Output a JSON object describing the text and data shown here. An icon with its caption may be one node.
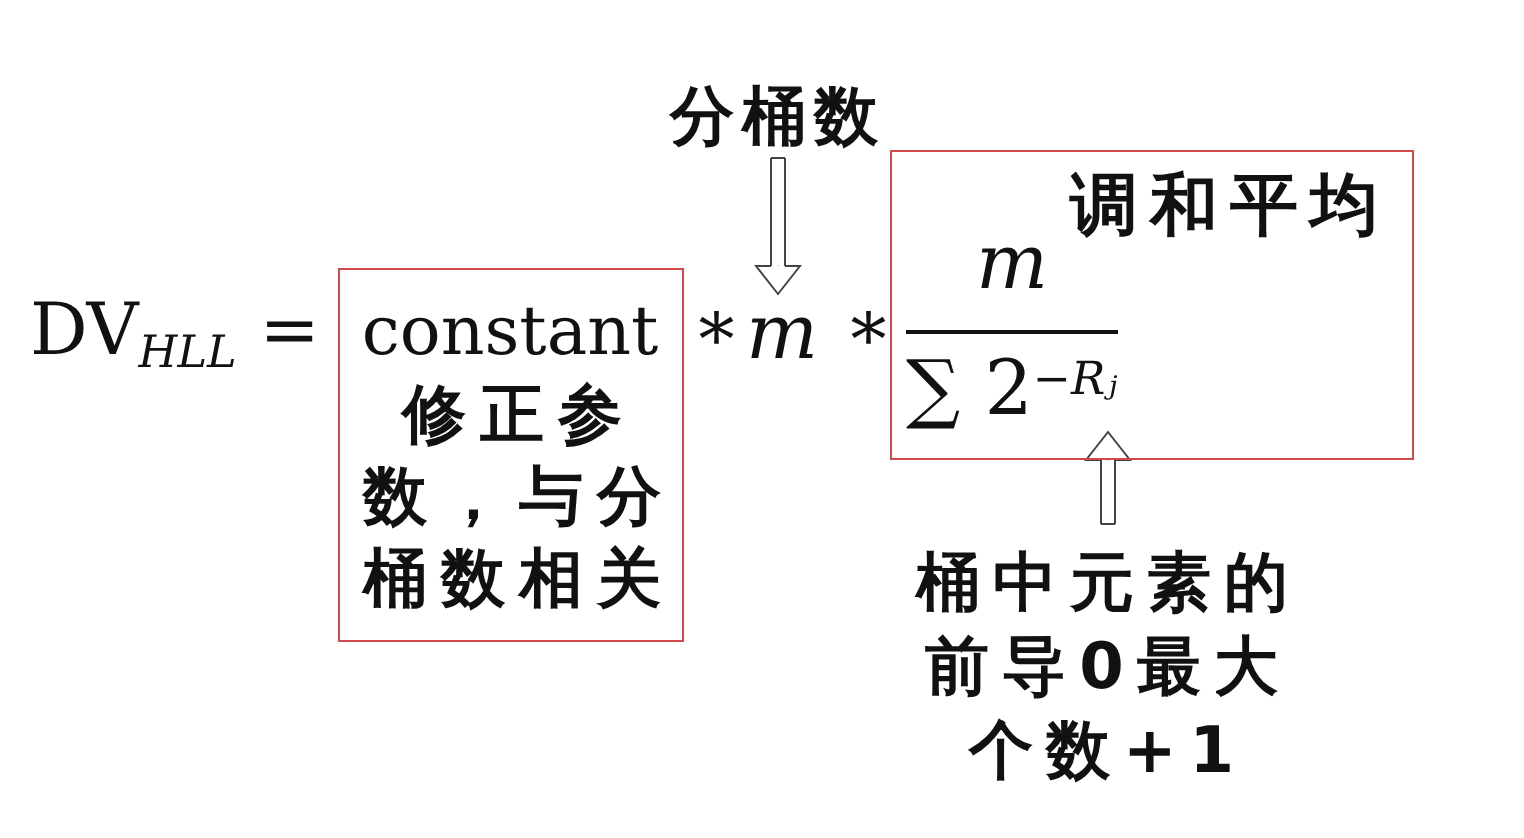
{
  "diagram": {
    "nodes": [
      {
        "text": [
          "分桶数"
        ]
      },
      {
        "text": [
          "constant",
          "修正参数，与分桶数相关"
        ]
      },
      {
        "text": [
          "m"
        ]
      },
      {
        "text": [
          "调和平均"
        ]
      },
      {
        "text": [
          "m"
        ],
        "in": 3
      },
      {
        "text": [
          "∑ 2$^{−Rⱼ}$"
        ],
        "in": 3
      },
      {
        "text": [
          "桶中元素的前导0最大个数+1"
        ]
      }
    ],
    "edges": [
      {
        "from": 0,
        "to": 2,
        "arrow": "to"
      },
      {
        "from": 6,
        "to": 5,
        "arrow": "to"
      }
    ],
    "labels": [
      "DV$_{HLL}$ =",
      "∗",
      "∗"
    ]
  }
}
